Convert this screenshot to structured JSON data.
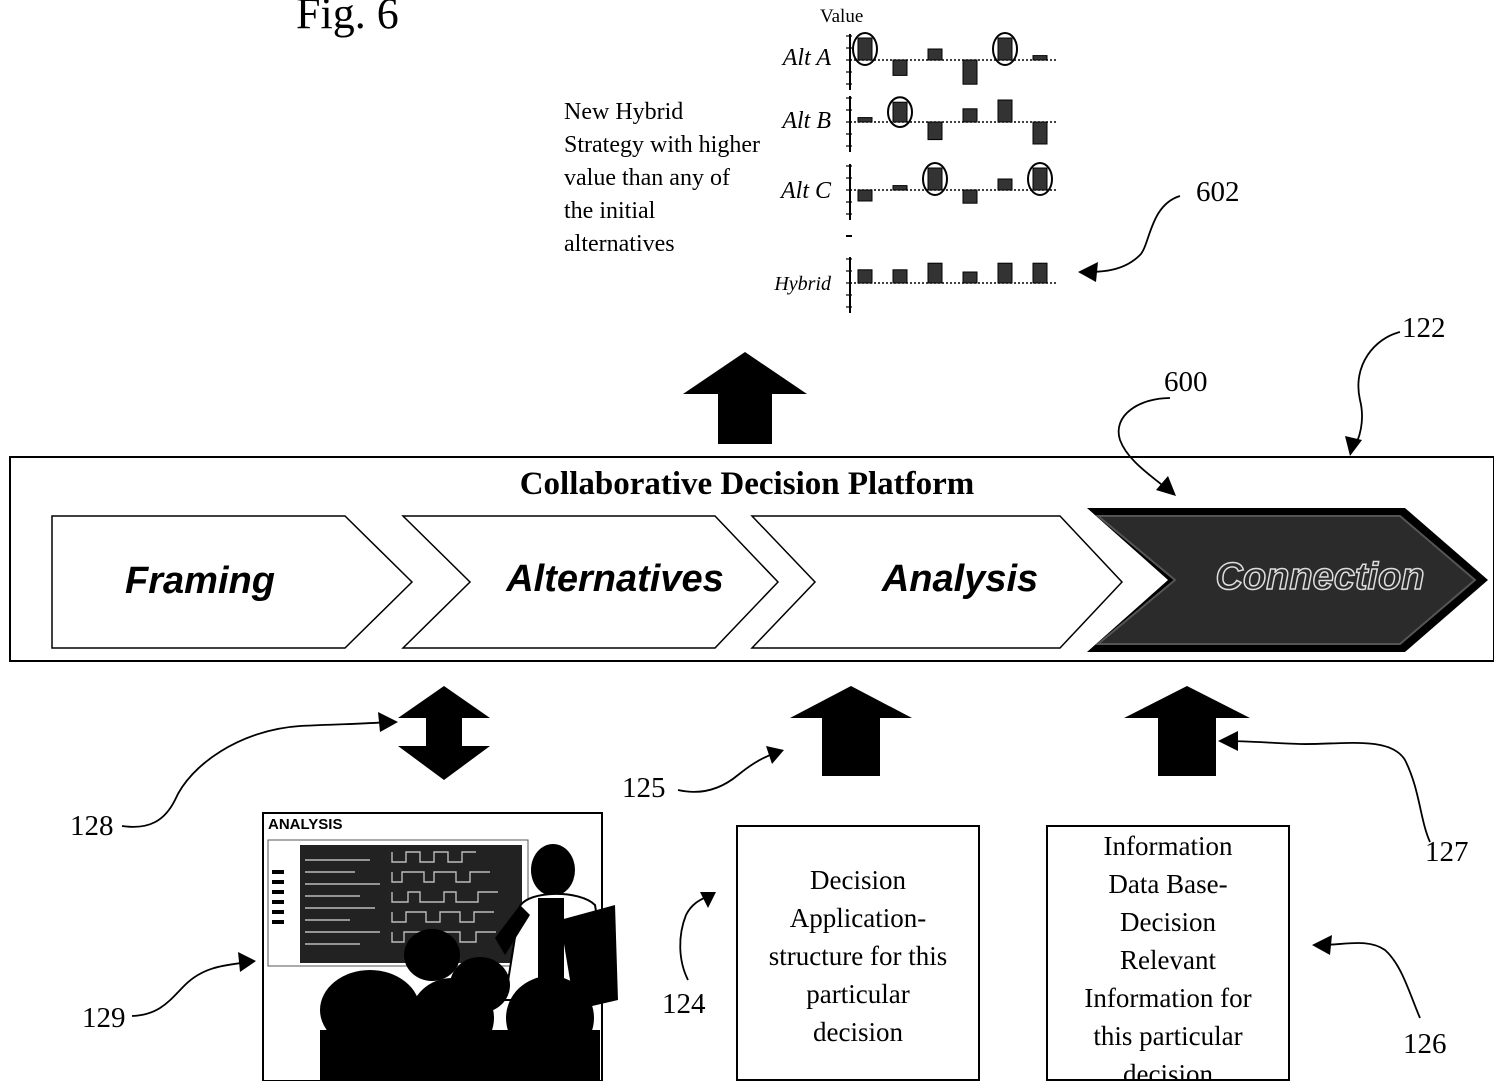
{
  "figure": {
    "title": "Fig. 6"
  },
  "value_chart": {
    "axis_label": "Value",
    "rows": [
      {
        "label": "Alt A",
        "values": [
          1,
          -0.7,
          0.5,
          -1.1,
          1,
          0.2
        ],
        "circled": [
          0,
          4
        ]
      },
      {
        "label": "Alt B",
        "values": [
          0.2,
          0.9,
          -0.8,
          0.6,
          1,
          -1
        ],
        "circled": [
          1
        ]
      },
      {
        "label": "Alt C",
        "values": [
          -0.5,
          0.2,
          1,
          -0.6,
          0.5,
          1
        ],
        "circled": [
          2,
          5
        ]
      },
      {
        "label": "Hybrid",
        "values": [
          0.6,
          0.6,
          0.9,
          0.5,
          0.9,
          0.9
        ],
        "circled": []
      }
    ]
  },
  "annotations": {
    "hybrid_strategy": "New Hybrid Strategy with higher value than any of the initial alternatives"
  },
  "platform": {
    "title": "Collaborative Decision Platform",
    "stages": [
      {
        "label": "Framing"
      },
      {
        "label": "Alternatives"
      },
      {
        "label": "Analysis"
      },
      {
        "label": "Connection"
      }
    ]
  },
  "boxes": {
    "analysis_screen_title": "ANALYSIS",
    "decision_app": [
      "Decision",
      "Application-",
      "structure for this",
      "particular",
      "decision"
    ],
    "info_db": [
      "Information",
      "Data Base-",
      "Decision",
      "Relevant",
      "Information for",
      "this particular",
      "decision"
    ]
  },
  "refs": {
    "r602": "602",
    "r122": "122",
    "r600": "600",
    "r128": "128",
    "r125": "125",
    "r127": "127",
    "r129": "129",
    "r124": "124",
    "r126": "126"
  },
  "colors": {
    "ink": "#000000",
    "connection_fill": "#2b2b2b",
    "bar_fill": "#333333"
  }
}
